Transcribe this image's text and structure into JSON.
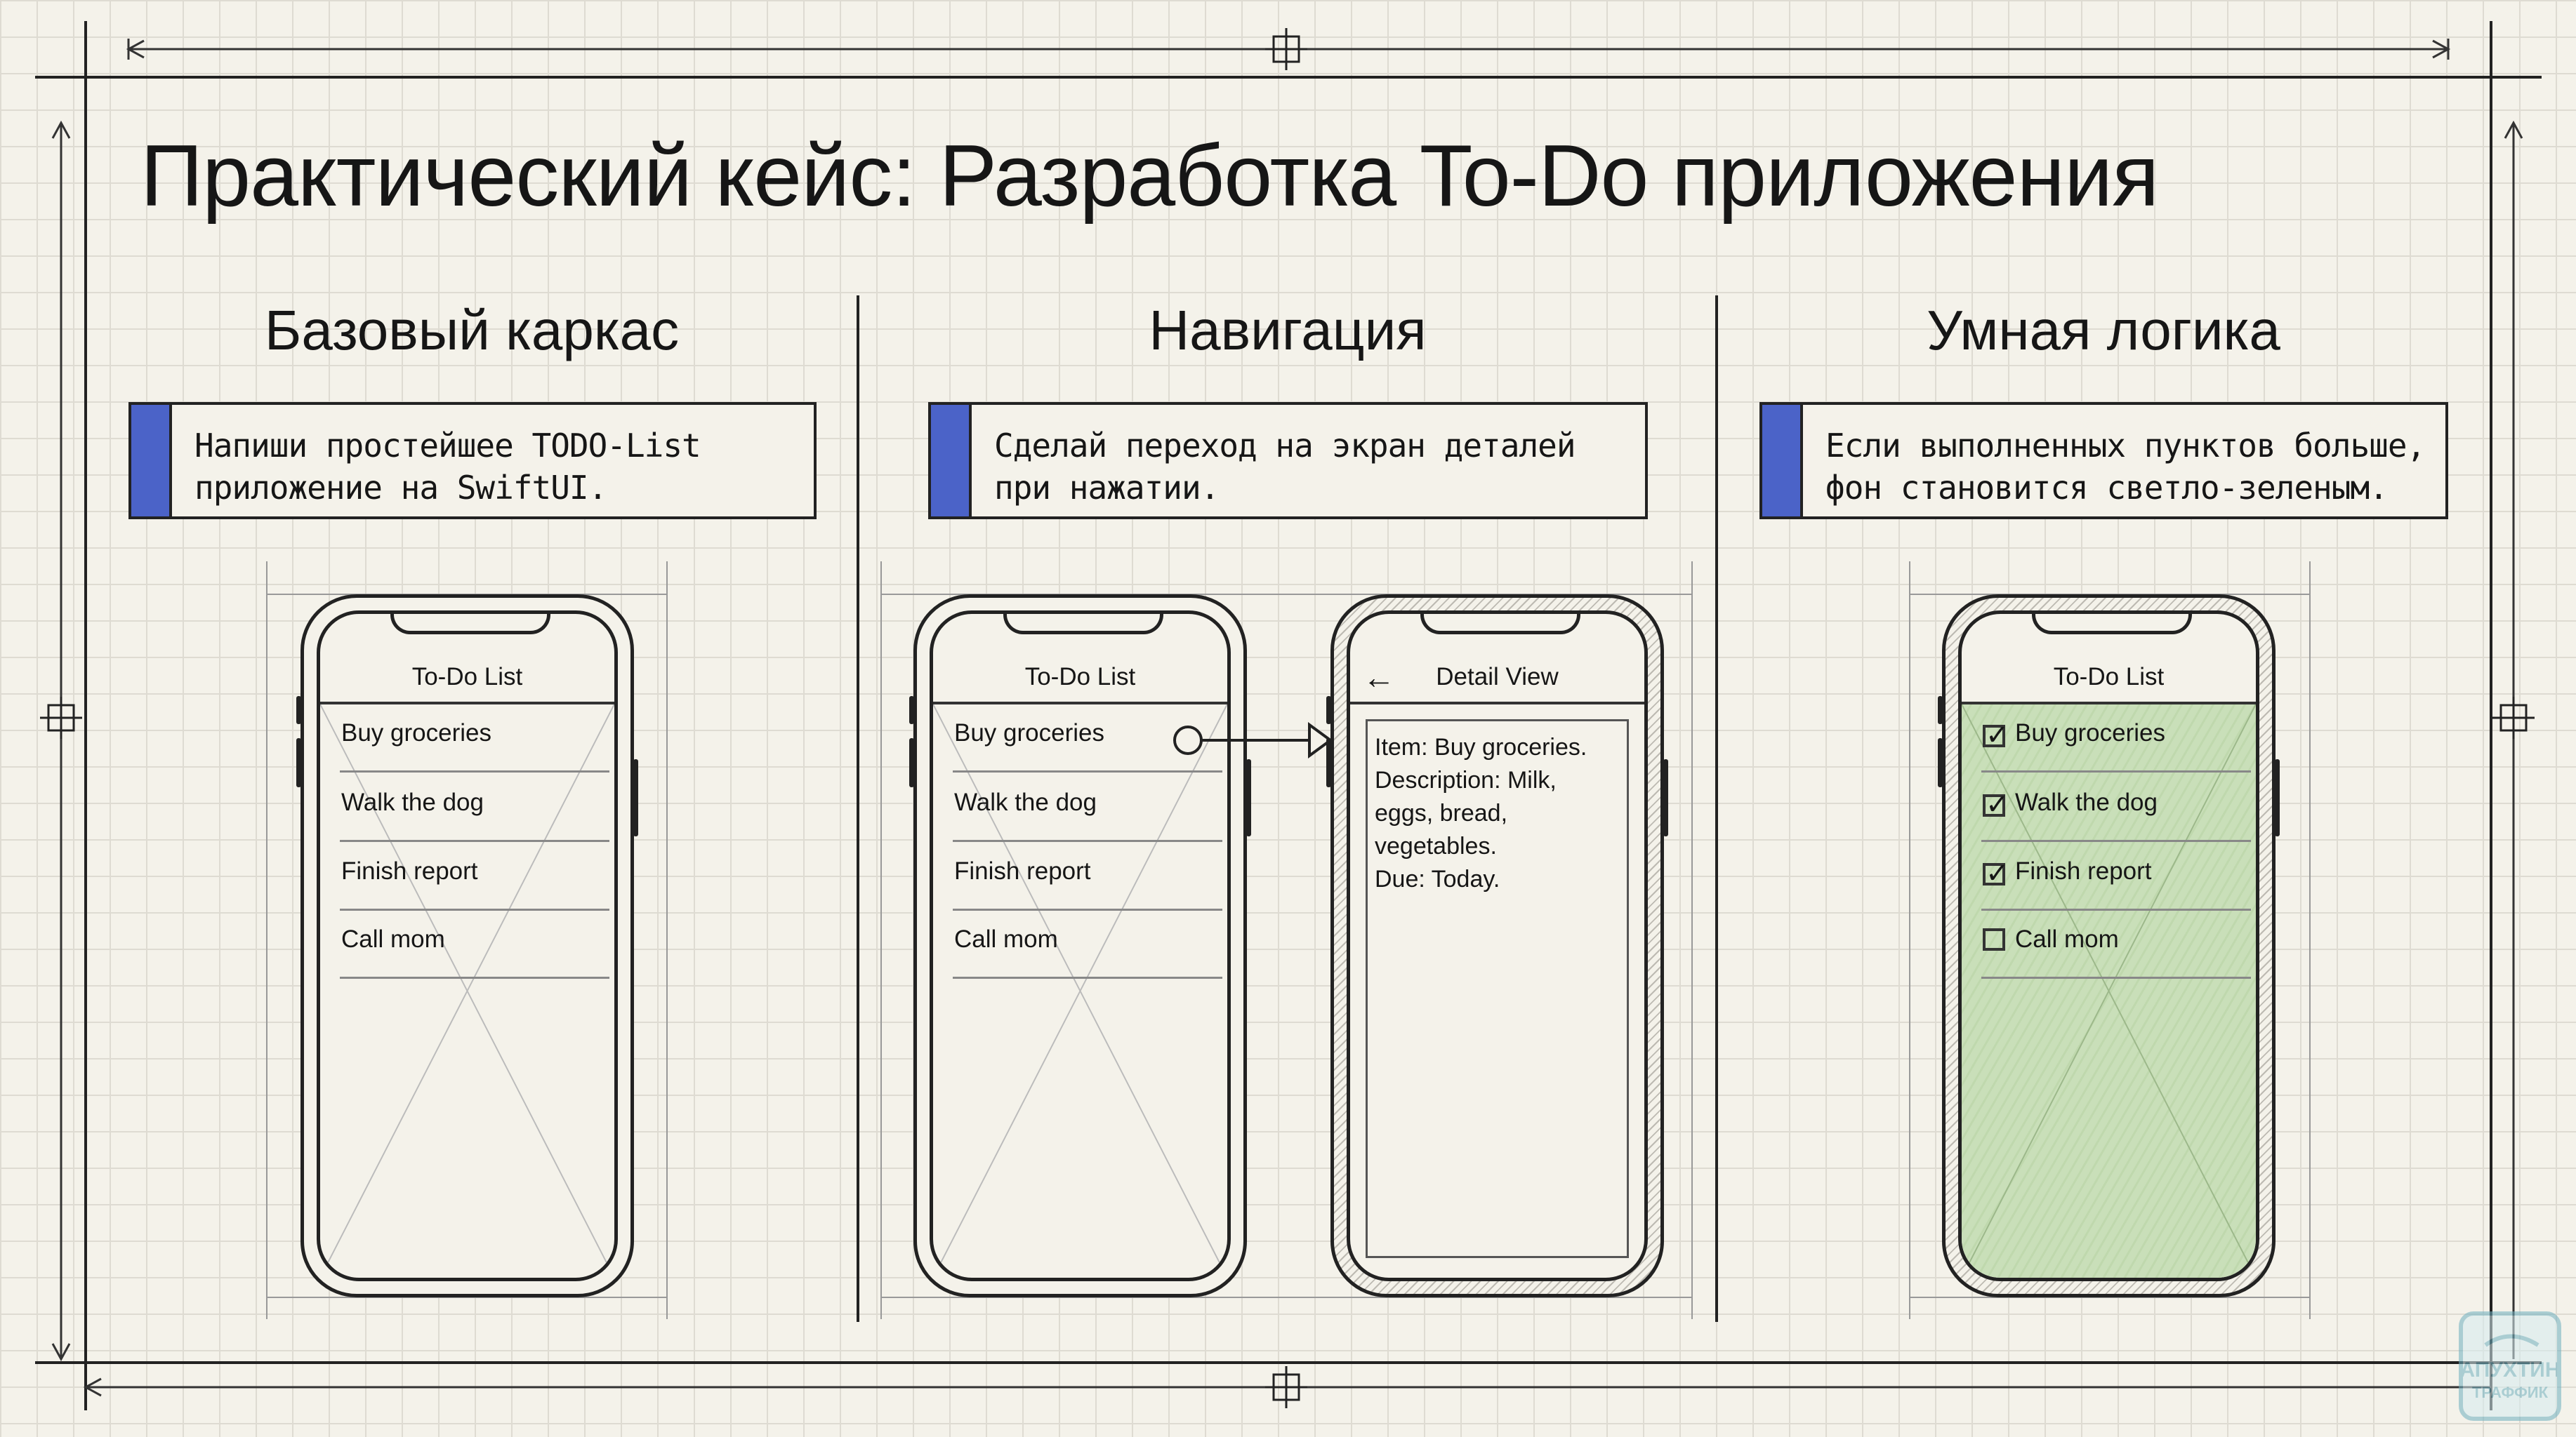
{
  "title": "Практический кейс: Разработка To-Do приложения",
  "columns": [
    {
      "heading": "Базовый каркас",
      "task": "Напиши простейшее TODO-List\nприложение на SwiftUI."
    },
    {
      "heading": "Навигация",
      "task": "Сделай переход на экран деталей\nпри нажатии."
    },
    {
      "heading": "Умная логика",
      "task": "Если выполненных пунктов больше,\nфон становится светло-зеленым."
    }
  ],
  "list_screen": {
    "title": "To-Do List",
    "items": [
      "Buy groceries",
      "Walk the dog",
      "Finish report",
      "Call mom"
    ]
  },
  "detail_screen": {
    "back_icon": "arrow-left-icon",
    "title": "Detail View",
    "lines": [
      "Item: Buy groceries.",
      "Description: Milk,",
      "eggs, bread,",
      "vegetables.",
      "Due: Today."
    ]
  },
  "smart_screen": {
    "title": "To-Do List",
    "items": [
      {
        "label": "Buy groceries",
        "checked": true
      },
      {
        "label": "Walk the dog",
        "checked": true
      },
      {
        "label": "Finish report",
        "checked": true
      },
      {
        "label": "Call mom",
        "checked": false
      }
    ]
  },
  "colors": {
    "accent_bar": "#4b63c8",
    "completed_background": "#c9dfb9",
    "ink": "#161616",
    "paper": "#f4f2ea"
  },
  "watermark": {
    "text": "АПУХТИН ТРАФФИК"
  }
}
